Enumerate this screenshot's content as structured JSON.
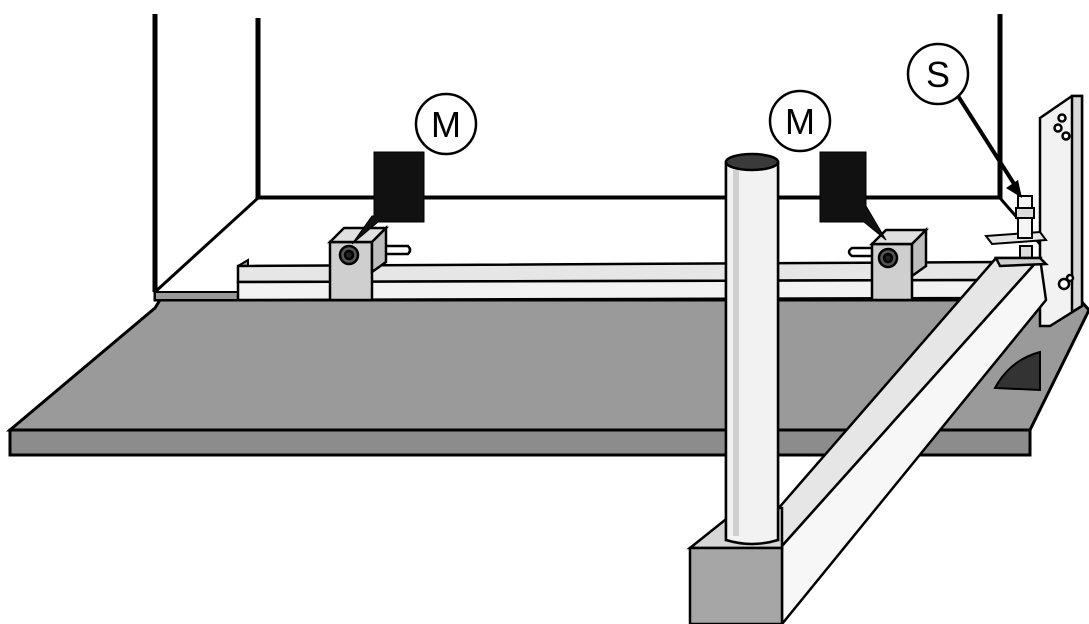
{
  "callouts": {
    "left_magnet": {
      "letter": "M"
    },
    "right_magnet": {
      "letter": "M"
    },
    "screw": {
      "letter": "S"
    }
  },
  "colors": {
    "outline": "#000000",
    "base_gray": "#9a9a9a",
    "base_edge_gray": "#8c8c8c",
    "light_part": "#e6e6e6",
    "mid_part": "#c8c8c8",
    "dark_part": "#5a5a5a",
    "pointer_black": "#111111"
  },
  "icons": [
    "magnet-bracket",
    "support-post",
    "leveling-screw",
    "pointer-arrow"
  ]
}
